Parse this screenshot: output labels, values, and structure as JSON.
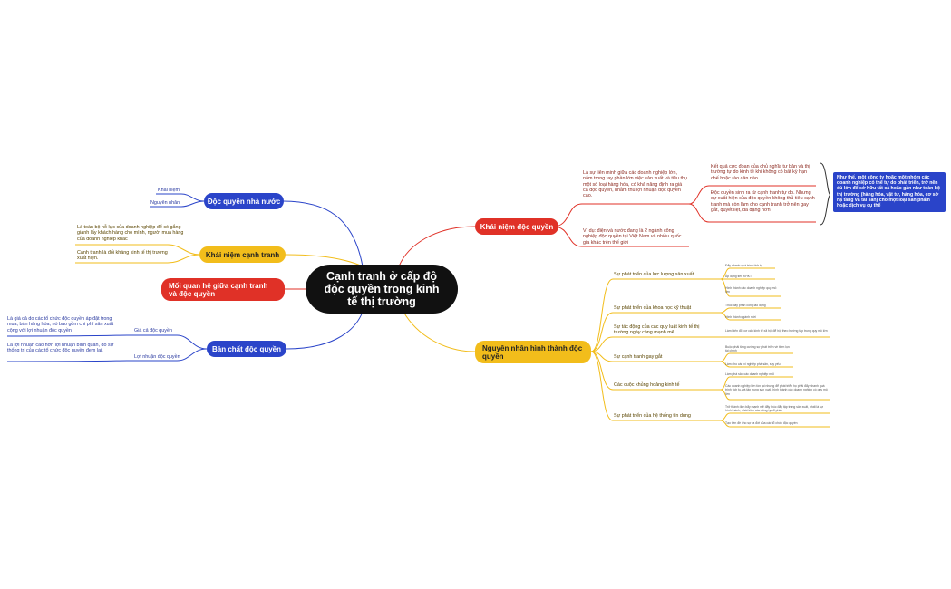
{
  "root": "Cạnh tranh ở cấp độ độc quyền trong kinh tế thị trường",
  "topics": {
    "doc_quyen_nha_nuoc": {
      "label": "Độc quyền nhà nước",
      "items": [
        "Khái niệm",
        "Nguyên nhân"
      ]
    },
    "khai_niem_canh_tranh": {
      "label": "Khái niệm cạnh tranh",
      "items": [
        "Là toàn bộ nỗ lực của doanh nghiệp để có gắng giành lấy khách hàng cho mình, người mua hàng của doanh nghiệp khác",
        "Cạnh tranh là đối kháng kinh tế thị trường xuất hiện."
      ]
    },
    "moi_quan_he": {
      "label": "Mối quan hệ giữa cạnh tranh và độc quyền"
    },
    "ban_chat_doc_quyen": {
      "label": "Bản chất độc quyền",
      "items": [
        {
          "label": "Giá cả độc quyền",
          "detail": "Là giá cả do các tổ chức độc quyền áp đặt trong mua, bán hàng hóa, nó bao gồm chi phí sản xuất cộng với lợi nhuận độc quyền"
        },
        {
          "label": "Lợi nhuận độc quyền",
          "detail": "Là lợi nhuận cao hơn lợi nhuận bình quân, do sự thống trị của các tổ chức độc quyền đem lại."
        }
      ]
    },
    "khai_niem_doc_quyen": {
      "label": "Khái niệm độc quyền",
      "definition": "Là sự liên minh giữa các doanh nghiệp lớn, nắm trong tay phần lớn việc sản xuất và tiêu thụ một số loại hàng hóa, có khả năng định ra giá cả độc quyền, nhằm thu lợi nhuận độc quyền cao.",
      "sub": [
        "Kết quả cực đoan của chủ nghĩa tư bản và thị trường tự do kinh tế khi không có bất kỳ hạn chế hoặc rào cản nào",
        "Độc quyền sinh ra từ cạnh tranh tự do. Nhưng sự xuất hiện của độc quyền không thủ tiêu cạnh tranh mà còn làm cho cạnh tranh trở nên gay gắt, quyết liệt, đa dạng hơn."
      ],
      "example": "Ví dụ: điện và nước đang là 2 ngành công nghiệp độc quyền tại Việt Nam và nhiều quốc gia khác trên thế giới",
      "callout": "Như thế, một công ty hoặc một nhóm các doanh nghiệp có thể tự do phát triển, trở nên đủ lớn để sở hữu tất cả hoặc gần như toàn bộ thị trường (hàng hóa, vật tư, hàng hóa, cơ sở hạ tầng và tài sản) cho một loại sản phẩm hoặc dịch vụ cụ thể"
    },
    "nguyen_nhan": {
      "label": "Nguyên nhân hình thành độc quyền",
      "items": [
        {
          "label": "Sự phát triển của lực lượng sản xuất",
          "details": [
            "Đẩy nhanh quá trình tích tụ",
            "Áp dụng tiến KHKT",
            "Hình thành các doanh nghiệp quy mô lớn"
          ]
        },
        {
          "label": "Sự phát triển của khoa học kỹ thuật",
          "details": [
            "Thúc đẩy phân công lao động",
            "Hình thành ngành mới"
          ]
        },
        {
          "label": "Sự tác động của các quy luật kinh tế thị trường ngày càng mạnh mẽ",
          "details": [
            "Làm biến đổi cơ cấu kinh tế xã hội để hội theo hướng tập trung quy mô lớn"
          ]
        },
        {
          "label": "Sự cạnh tranh gay gắt",
          "details": [
            "Buộc phải tăng cường sự phát triển về tiềm lực tài chính",
            "Làm cho các xí nghiệp phá sản, suy yếu"
          ]
        },
        {
          "label": "Các cuộc khủng hoảng kinh tế",
          "details": [
            "Làm phá sản các doanh nghiệp nhỏ",
            "Các doanh nghiệp lớn tồn tại nhưng để phát triển họ phải đẩy nhanh quá trình tích tụ, và tập trung sản xuất, hình thành các doanh nghiệp có quy mô lớn"
          ]
        },
        {
          "label": "Sự phát triển của hệ thống tín dụng",
          "details": [
            "Trở thành đòn bẩy mạnh mẽ đẩy thúc đẩy tập trung sản xuất, nhất là sự hình thành, phát triển các công ty cổ phần",
            "Tạo tiền đề cho sự ra đời của các tổ chức độc quyền"
          ]
        }
      ]
    }
  },
  "colors": {
    "blue": "#2a44c9",
    "red": "#e03127",
    "yellow": "#f2bd1b",
    "root": "#111111"
  }
}
